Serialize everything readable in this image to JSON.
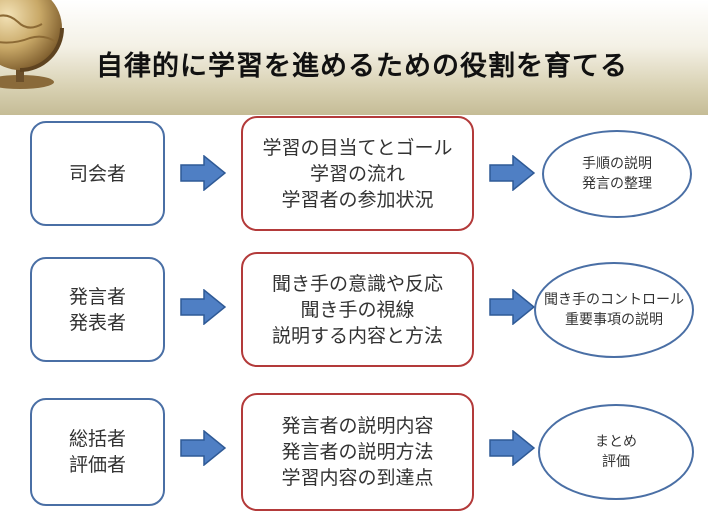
{
  "title": "自律的に学習を進めるための役割を育てる",
  "rows": [
    {
      "role": [
        "司会者"
      ],
      "focus": [
        "学習の目当てとゴール",
        "学習の流れ",
        "学習者の参加状況"
      ],
      "outcome": [
        "手順の説明",
        "発言の整理"
      ]
    },
    {
      "role": [
        "発言者",
        "発表者"
      ],
      "focus": [
        "聞き手の意識や反応",
        "聞き手の視線",
        "説明する内容と方法"
      ],
      "outcome": [
        "聞き手のコントロール",
        "重要事項の説明"
      ]
    },
    {
      "role": [
        "総括者",
        "評価者"
      ],
      "focus": [
        "発言者の説明内容",
        "発言者の説明方法",
        "学習内容の到達点"
      ],
      "outcome": [
        "まとめ",
        "評価"
      ]
    }
  ],
  "colors": {
    "role_border": "#4a6fa5",
    "focus_border": "#b33a3a",
    "arrow_fill": "#4f7fc4",
    "arrow_stroke": "#2f5a96"
  }
}
